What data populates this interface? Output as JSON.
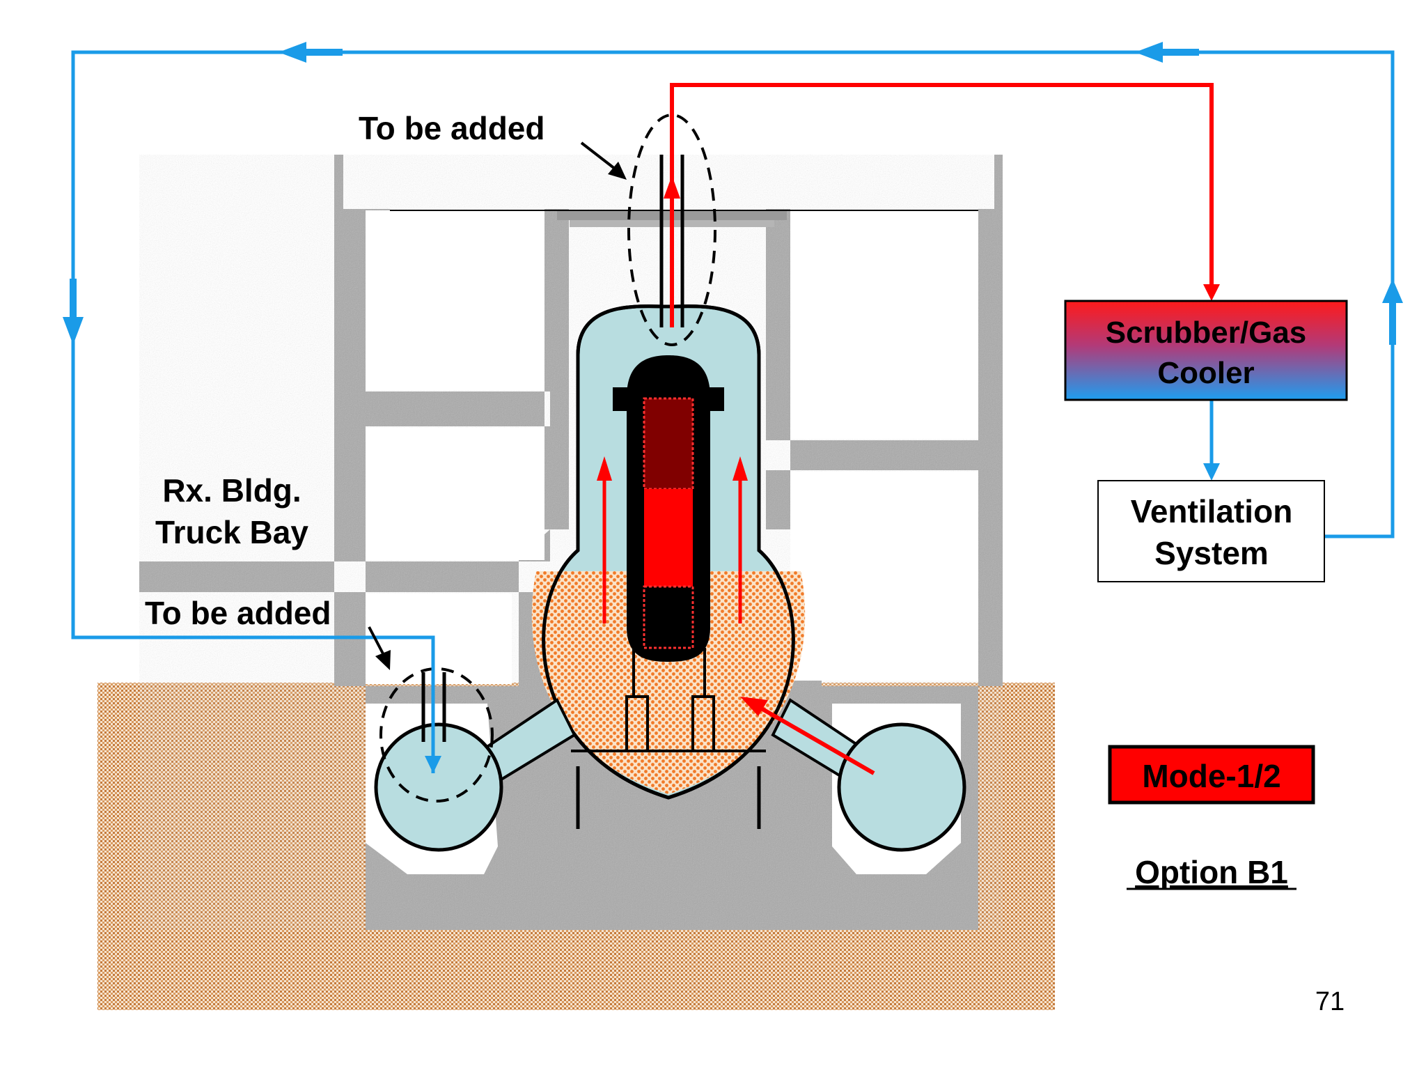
{
  "labels": {
    "to_be_added_top": "To be added",
    "to_be_added_bottom": "To be added",
    "truck_bay_line1": "Rx. Bldg.",
    "truck_bay_line2": "Truck Bay",
    "scrubber_line1": "Scrubber/Gas",
    "scrubber_line2": "Cooler",
    "ventilation_line1": "Ventilation",
    "ventilation_line2": "System",
    "mode": "Mode-1/2",
    "option": "Option B1",
    "page_number": "71"
  },
  "colors": {
    "cold_flow": "#1a9be8",
    "hot_flow": "#ff0000",
    "concrete": "#b0b0b0",
    "soil": "#c8864a",
    "water": "#b8dde0",
    "molten": "#f08a3c",
    "mode_fill": "#ff0000"
  }
}
